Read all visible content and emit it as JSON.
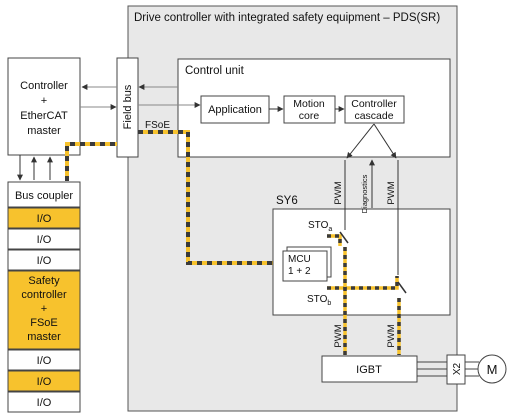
{
  "pds": {
    "title": "Drive controller with integrated safety equipment – PDS(SR)"
  },
  "controller": {
    "line1": "Controller",
    "line2": "+",
    "line3": "EtherCAT",
    "line4": "master"
  },
  "fieldbus": {
    "label": "Field bus",
    "fsoe": "FSoE"
  },
  "control_unit": {
    "title": "Control unit",
    "application": "Application",
    "motion_line1": "Motion",
    "motion_line2": "core",
    "cascade_line1": "Controller",
    "cascade_line2": "cascade"
  },
  "signals": {
    "pwm": "PWM",
    "diagnostics": "Diagnostics"
  },
  "sy6": {
    "title": "SY6",
    "mcu_line1": "MCU",
    "mcu_line2": "1 + 2",
    "sto": "STO",
    "sto_a_sub": "a",
    "sto_b_sub": "b"
  },
  "igbt": {
    "label": "IGBT"
  },
  "x2": {
    "label": "X2"
  },
  "motor": {
    "label": "M"
  },
  "io_stack": {
    "bus_coupler": "Bus coupler",
    "io1": "I/O",
    "io2": "I/O",
    "io3": "I/O",
    "safety_line1": "Safety",
    "safety_line2": "controller",
    "safety_line3": "+",
    "safety_line4": "FSoE",
    "safety_line5": "master",
    "io4": "I/O",
    "io5": "I/O",
    "io6": "I/O"
  },
  "colors": {
    "safety_yellow": "#f7c22d",
    "pds_grey": "#e8e8e8",
    "line": "#333333",
    "fsoe_dash_dark": "#3a3a3a"
  }
}
